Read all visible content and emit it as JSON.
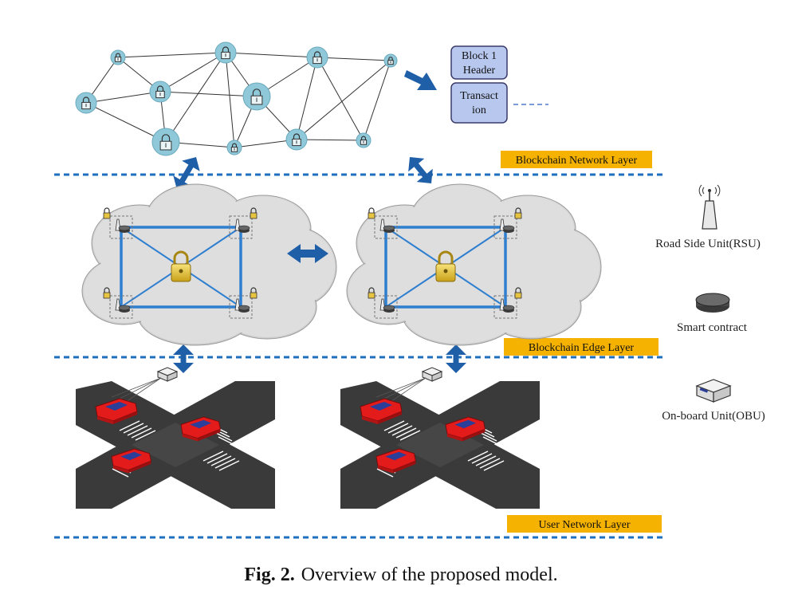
{
  "layers": {
    "network": "Blockchain Network Layer",
    "edge": "Blockchain Edge Layer",
    "user": "User Network Layer"
  },
  "block": {
    "header_line1": "Block 1",
    "header_line2": "Header",
    "tx_line1": "Transact",
    "tx_line2": "ion"
  },
  "legend": {
    "rsu": "Road Side Unit(RSU)",
    "smart_contract": "Smart contract",
    "obu": "On-board Unit(OBU)"
  },
  "caption": {
    "label": "Fig. 2.",
    "text": "Overview of the proposed model."
  },
  "icons": [
    "lock-node-icon",
    "padlock-icon",
    "rsu-antenna-icon",
    "smart-contract-icon",
    "obu-device-icon",
    "car-icon",
    "double-arrow-icon"
  ],
  "colors": {
    "dashed_line": "#1f6fbf",
    "arrow": "#1f5fa8",
    "edge_link": "#2f7fd0",
    "label_bg": "#f6b200",
    "block_fill": "#b7c7ee",
    "block_stroke": "#3a3a6a",
    "node_fill": "#8fc9d9",
    "cloud_fill": "#d9d9d9",
    "car": "#e31b1b",
    "road": "#3a3a3a"
  }
}
